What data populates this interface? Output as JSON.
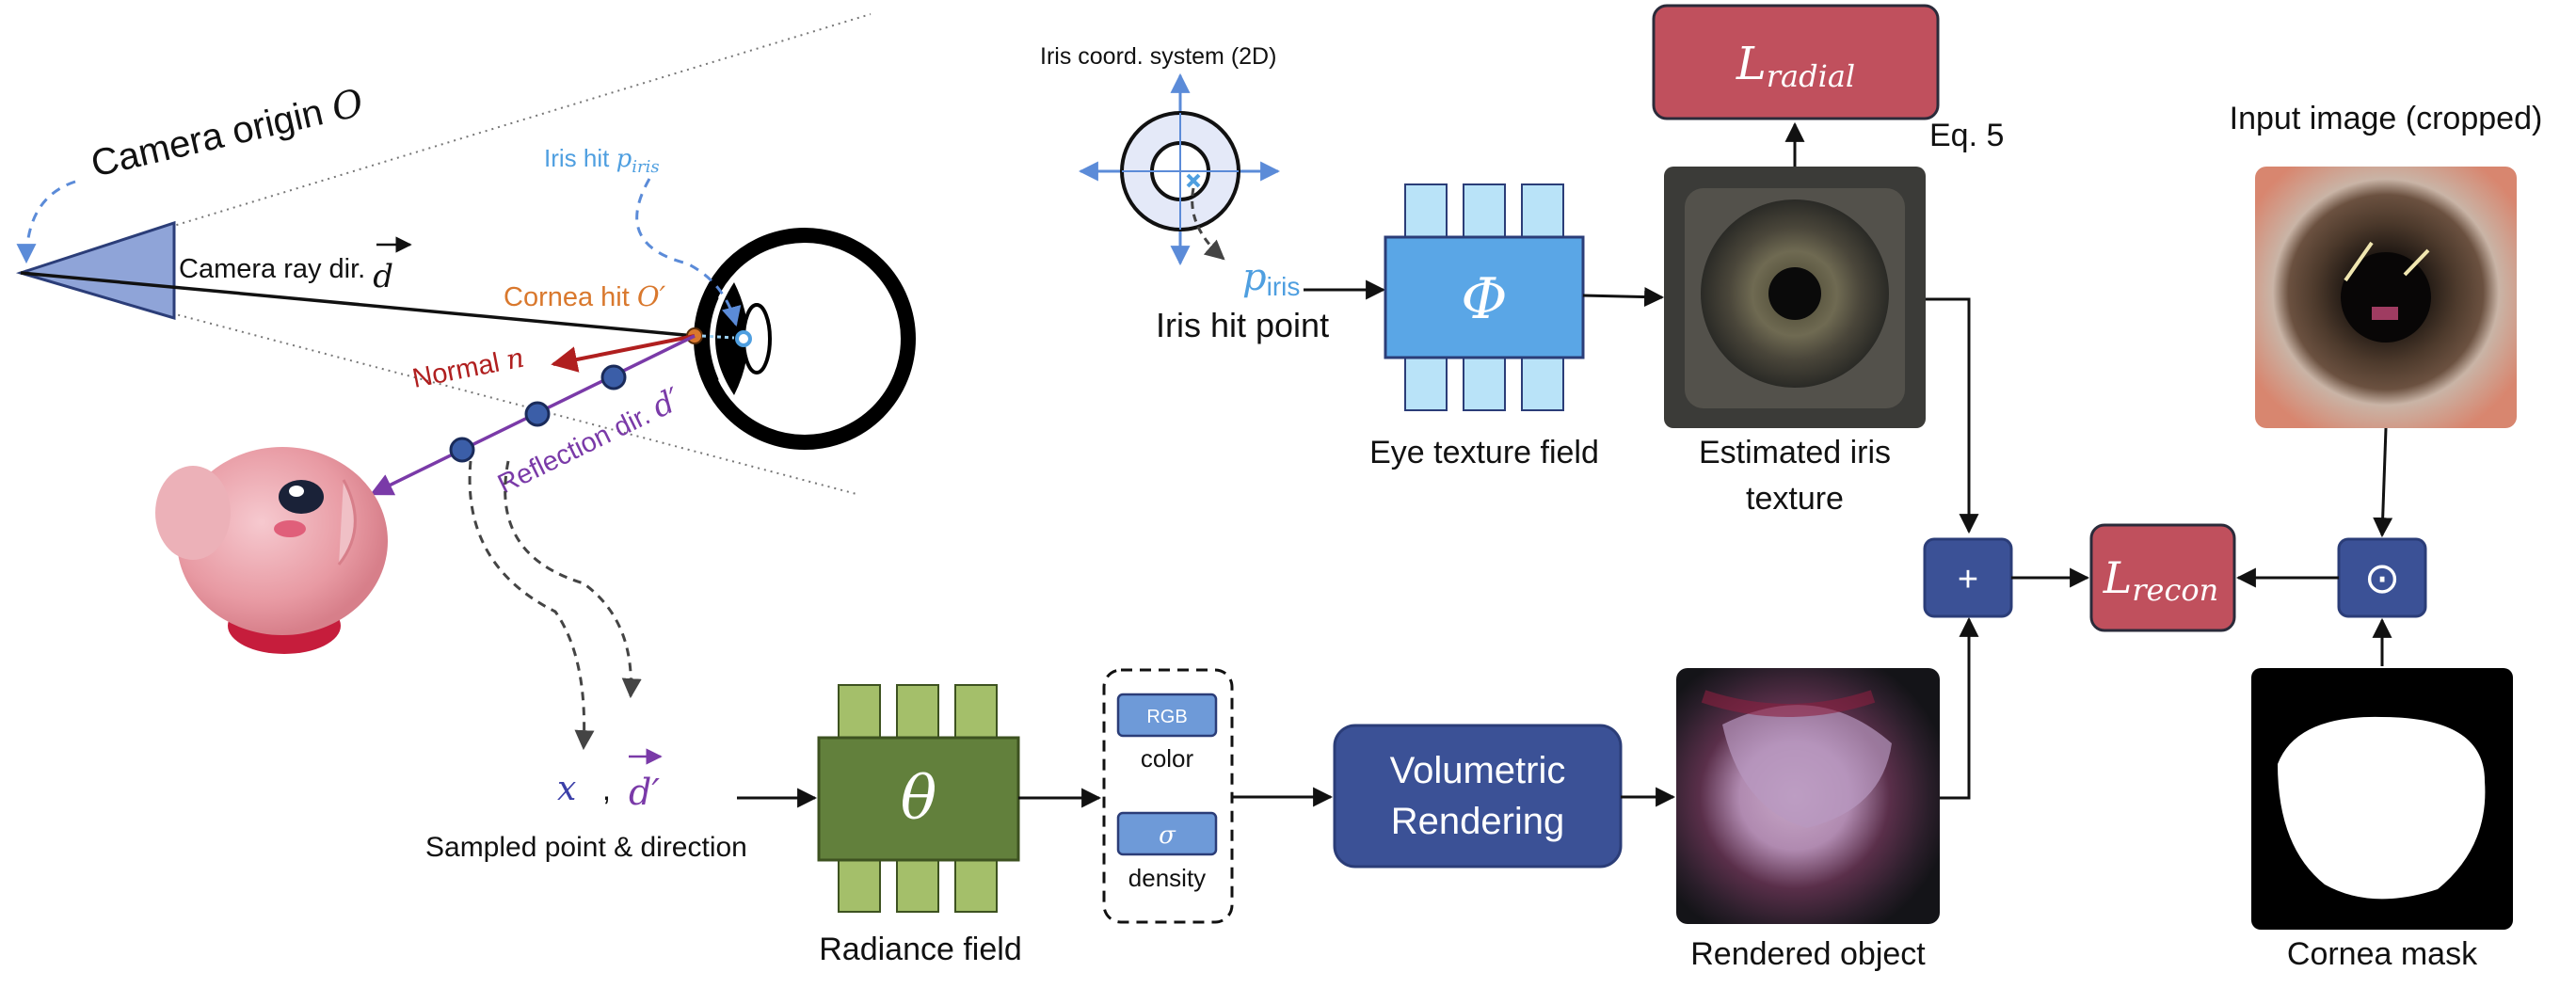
{
  "colors": {
    "navy_box": "#3b5196",
    "navy_border": "#2b3d78",
    "red_box": "#c0505d",
    "red_border": "#8e2c38",
    "phi_blue": "#5aa6e6",
    "phi_light": "#b9e3f8",
    "theta_green": "#62803c",
    "theta_light": "#a4bf6a",
    "cornea_orange": "#d9782d",
    "normal_red": "#b01f1f",
    "reflection_purple": "#7a3aa8",
    "iris_blue": "#4f9fe0",
    "dash_blue": "#5b8bd8"
  },
  "camera": {
    "origin_label": "Camera origin ",
    "origin_symbol": "O",
    "ray_label": "Camera ray dir. ",
    "ray_symbol": "d"
  },
  "eye_geometry": {
    "cornea_label": "Cornea hit ",
    "cornea_symbol": "O′",
    "iris_hit_label": "Iris hit ",
    "iris_hit_symbol": "p",
    "iris_hit_sub": "iris",
    "normal_label": "Normal ",
    "normal_symbol": "n",
    "reflection_label": "Reflection dir. ",
    "reflection_symbol": "d′"
  },
  "sampling": {
    "x_symbol": "x",
    "comma": ",",
    "dprime_symbol": "d′",
    "caption": "Sampled point & direction"
  },
  "iris_coord": {
    "title": "Iris coord. system (2D)",
    "p_symbol": "p",
    "p_sub": "iris",
    "hit_point_label": "Iris hit point"
  },
  "eye_texture_field": {
    "symbol": "Φ",
    "caption": "Eye texture field"
  },
  "iris_texture": {
    "caption_line1": "Estimated iris",
    "caption_line2": "texture"
  },
  "l_radial": {
    "symbol": "L",
    "sub": "radial",
    "eq": "Eq. 5"
  },
  "radiance_field": {
    "symbol": "θ",
    "caption": "Radiance field"
  },
  "outputs": {
    "rgb_label": "RGB",
    "color_caption": "color",
    "sigma_label": "σ",
    "density_caption": "density"
  },
  "volumetric": {
    "line1": "Volumetric",
    "line2": "Rendering"
  },
  "rendered_object": {
    "caption": "Rendered object"
  },
  "plus": {
    "symbol": "+"
  },
  "l_recon": {
    "symbol": "L",
    "sub": "recon"
  },
  "odot": {
    "symbol": "⊙"
  },
  "input_image": {
    "caption": "Input image (cropped)"
  },
  "cornea_mask": {
    "caption": "Cornea mask"
  }
}
